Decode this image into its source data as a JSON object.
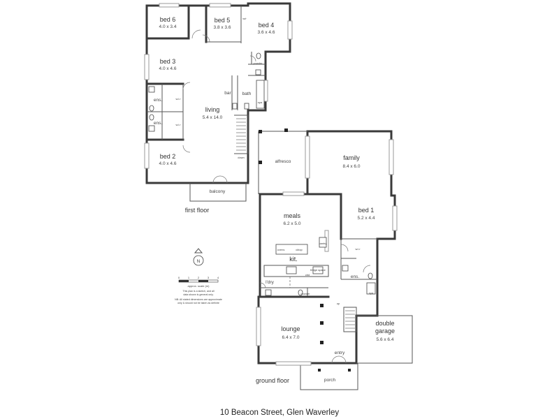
{
  "address": "10 Beacon Street, Glen Waverley",
  "floors": {
    "first": "first floor",
    "ground": "ground floor"
  },
  "first_floor": {
    "rooms": {
      "bed6": {
        "name": "bed 6",
        "size": "4.0 x 3.4"
      },
      "bed5": {
        "name": "bed 5",
        "size": "3.8 x 3.6"
      },
      "bed4": {
        "name": "bed 4",
        "size": "3.6 x 4.6"
      },
      "bed3": {
        "name": "bed 3",
        "size": "4.0 x 4.6"
      },
      "bed2": {
        "name": "bed 2",
        "size": "4.0 x 4.6"
      },
      "living": {
        "name": "living",
        "size": "5.4 x 14.0"
      },
      "ens_a": {
        "name": "ens."
      },
      "ens_b": {
        "name": "ens."
      },
      "bath": {
        "name": "bath"
      },
      "bar": {
        "name": "bar"
      },
      "balcony": {
        "name": "balcony"
      },
      "powder": {
        "name": "powder"
      },
      "wir_a": {
        "name": "w.i.r"
      },
      "wir_b": {
        "name": "w.i.r"
      },
      "spa": {
        "name": "spa"
      },
      "down": {
        "name": "down"
      },
      "wr": {
        "name": "w/r"
      }
    }
  },
  "ground_floor": {
    "rooms": {
      "alfresco": {
        "name": "alfresco"
      },
      "family": {
        "name": "family",
        "size": "8.4 x 6.0"
      },
      "meals": {
        "name": "meals",
        "size": "6.2 x 5.0"
      },
      "bed1": {
        "name": "bed 1",
        "size": "5.2 x 4.4"
      },
      "kit": {
        "name": "kit."
      },
      "ldry": {
        "name": "l'dry"
      },
      "ens": {
        "name": "ens."
      },
      "spa": {
        "name": "spa"
      },
      "lounge": {
        "name": "lounge",
        "size": "6.4 x 7.0"
      },
      "garage": {
        "name_line1": "double",
        "name_line2": "garage",
        "size": "5.6 x 6.4"
      },
      "entry": {
        "name": "entry"
      },
      "porch": {
        "name": "porch"
      },
      "powder": {
        "name": "powder"
      },
      "wir": {
        "name": "w.i.r"
      },
      "cbd": {
        "name": "cbd"
      },
      "pantry": {
        "name": "pantry"
      },
      "fridge": {
        "name": "fridge space"
      },
      "oven": {
        "name": "ovens"
      },
      "bench": {
        "name": "cktop"
      },
      "up": {
        "name": "up"
      }
    }
  },
  "legend": {
    "north": "N",
    "scale_ticks": [
      "0",
      "1",
      "2",
      "3",
      "4"
    ],
    "scale_label": "approx. scale (m)",
    "note1_a": "This plan is a sketch, and all",
    "note1_b": "data shown is general only.",
    "note2_a": "NB: All stated dimensions are approximate",
    "note2_b": "only & should not be taken as definite"
  }
}
